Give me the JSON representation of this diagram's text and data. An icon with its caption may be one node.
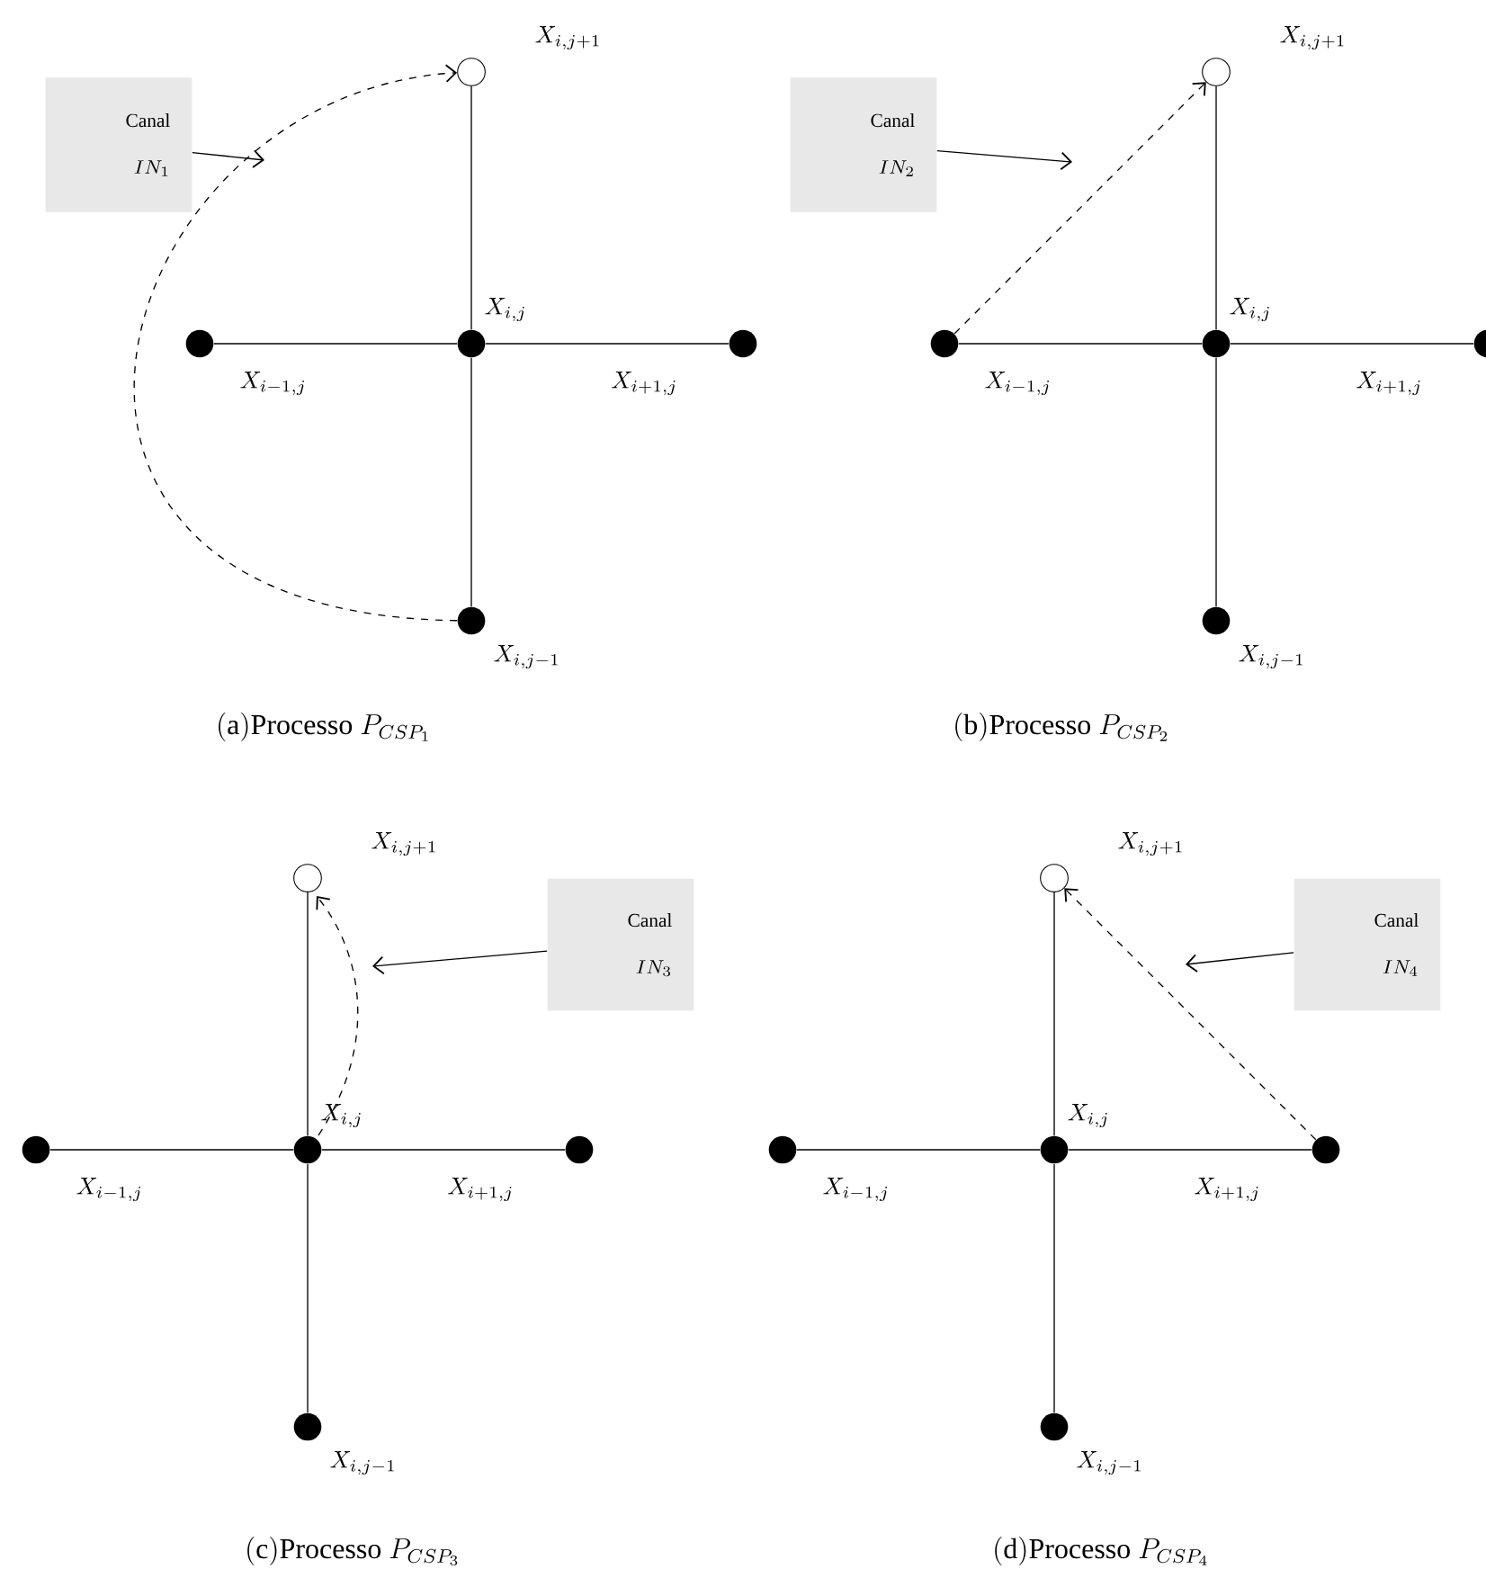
{
  "diagram": {
    "nodes": [
      {
        "text": [
          "Canal",
          "IN_1"
        ]
      },
      {
        "text": [],
        "shape": "circle",
        "beside": [
          "X_{i,j+1}"
        ]
      },
      {
        "text": [],
        "shape": "dot",
        "beside": [
          "X_{i-1,j}"
        ]
      },
      {
        "text": [],
        "shape": "dot",
        "beside": [
          "X_{i,j}"
        ]
      },
      {
        "text": [],
        "shape": "dot",
        "beside": [
          "X_{i+1,j}"
        ]
      },
      {
        "text": [],
        "shape": "dot",
        "beside": [
          "X_{i,j-1}"
        ]
      },
      {
        "text": [
          "Canal",
          "IN_2"
        ]
      },
      {
        "text": [],
        "shape": "circle",
        "beside": [
          "X_{i,j+1}"
        ]
      },
      {
        "text": [],
        "shape": "dot",
        "beside": [
          "X_{i-1,j}"
        ]
      },
      {
        "text": [],
        "shape": "dot",
        "beside": [
          "X_{i,j}"
        ]
      },
      {
        "text": [],
        "shape": "dot",
        "beside": [
          "X_{i+1,j}"
        ]
      },
      {
        "text": [],
        "shape": "dot",
        "beside": [
          "X_{i,j-1}"
        ]
      },
      {
        "text": [
          "Canal",
          "IN_3"
        ]
      },
      {
        "text": [],
        "shape": "circle",
        "beside": [
          "X_{i,j+1}"
        ]
      },
      {
        "text": [],
        "shape": "dot",
        "beside": [
          "X_{i-1,j}"
        ]
      },
      {
        "text": [],
        "shape": "dot",
        "beside": [
          "X_{i,j}"
        ]
      },
      {
        "text": [],
        "shape": "dot",
        "beside": [
          "X_{i+1,j}"
        ]
      },
      {
        "text": [],
        "shape": "dot",
        "beside": [
          "X_{i,j-1}"
        ]
      },
      {
        "text": [
          "Canal",
          "IN_4"
        ]
      },
      {
        "text": [],
        "shape": "circle",
        "beside": [
          "X_{i,j+1}"
        ]
      },
      {
        "text": [],
        "shape": "dot",
        "beside": [
          "X_{i-1,j}"
        ]
      },
      {
        "text": [],
        "shape": "dot",
        "beside": [
          "X_{i,j}"
        ]
      },
      {
        "text": [],
        "shape": "dot",
        "beside": [
          "X_{i+1,j}"
        ]
      },
      {
        "text": [],
        "shape": "dot",
        "beside": [
          "X_{i,j-1}"
        ]
      }
    ],
    "edges": [
      {
        "from": 3,
        "to": 1,
        "arrow": "none"
      },
      {
        "from": 3,
        "to": 2,
        "arrow": "none"
      },
      {
        "from": 3,
        "to": 4,
        "arrow": "none"
      },
      {
        "from": 3,
        "to": 5,
        "arrow": "none"
      },
      {
        "from": 5,
        "to": 1,
        "arrow": "to",
        "style": "dashed"
      },
      {
        "from": 0,
        "to": null,
        "arrow": "to"
      },
      {
        "from": 9,
        "to": 7,
        "arrow": "none"
      },
      {
        "from": 9,
        "to": 8,
        "arrow": "none"
      },
      {
        "from": 9,
        "to": 10,
        "arrow": "none"
      },
      {
        "from": 9,
        "to": 11,
        "arrow": "none"
      },
      {
        "from": 8,
        "to": 7,
        "arrow": "to",
        "style": "dashed"
      },
      {
        "from": 6,
        "to": null,
        "arrow": "to"
      },
      {
        "from": 15,
        "to": 13,
        "arrow": "none"
      },
      {
        "from": 15,
        "to": 14,
        "arrow": "none"
      },
      {
        "from": 15,
        "to": 16,
        "arrow": "none"
      },
      {
        "from": 15,
        "to": 17,
        "arrow": "none"
      },
      {
        "from": 15,
        "to": 13,
        "arrow": "to",
        "style": "dashed"
      },
      {
        "from": 12,
        "to": null,
        "arrow": "to"
      },
      {
        "from": 21,
        "to": 19,
        "arrow": "none"
      },
      {
        "from": 21,
        "to": 20,
        "arrow": "none"
      },
      {
        "from": 21,
        "to": 22,
        "arrow": "none"
      },
      {
        "from": 21,
        "to": 23,
        "arrow": "none"
      },
      {
        "from": 22,
        "to": 19,
        "arrow": "to",
        "style": "dashed"
      },
      {
        "from": 18,
        "to": null,
        "arrow": "to"
      }
    ],
    "labels": [
      "\\mathrm{(a)Processo}\\ P_{CSP_1}",
      "\\mathrm{(b)Processo}\\ P_{CSP_2}",
      "\\mathrm{(c)Processo}\\ P_{CSP_3}",
      "\\mathrm{(d)Processo}\\ P_{CSP_4}"
    ]
  }
}
